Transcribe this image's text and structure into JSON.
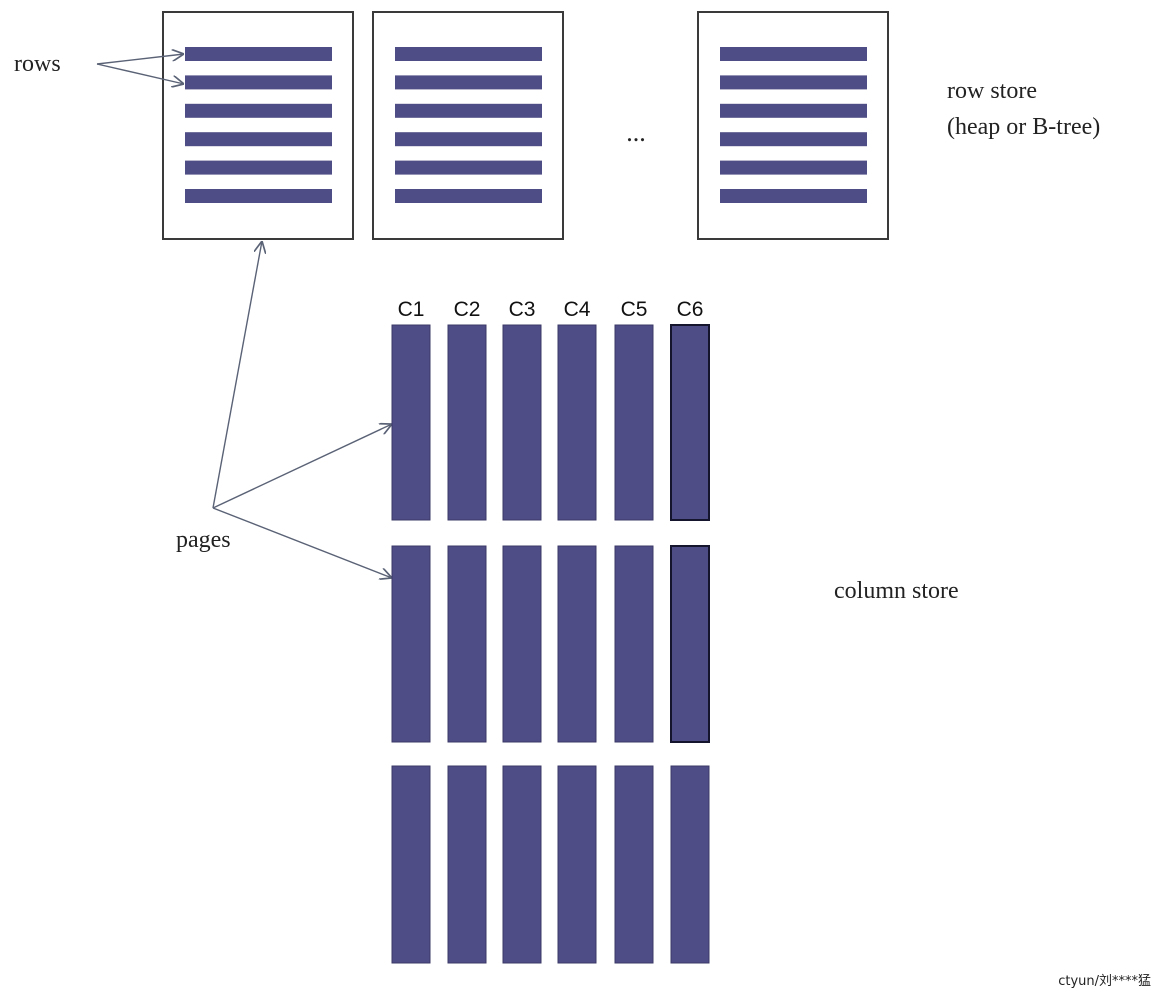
{
  "colors": {
    "bar_fill": "#4f4d85",
    "bar_stroke": "#3a3866",
    "highlight_stroke": "#15152e"
  },
  "labels": {
    "rows": "rows",
    "pages": "pages",
    "ellipsis": "...",
    "row_store_line1": "row store",
    "row_store_line2": "(heap or B-tree)",
    "column_store": "column store"
  },
  "row_store": {
    "visible_pages": 3,
    "rows_per_page": 6
  },
  "column_store": {
    "columns": [
      "C1",
      "C2",
      "C3",
      "C4",
      "C5",
      "C6"
    ],
    "page_groups": 3
  },
  "watermark": "ctyun/刘****猛"
}
